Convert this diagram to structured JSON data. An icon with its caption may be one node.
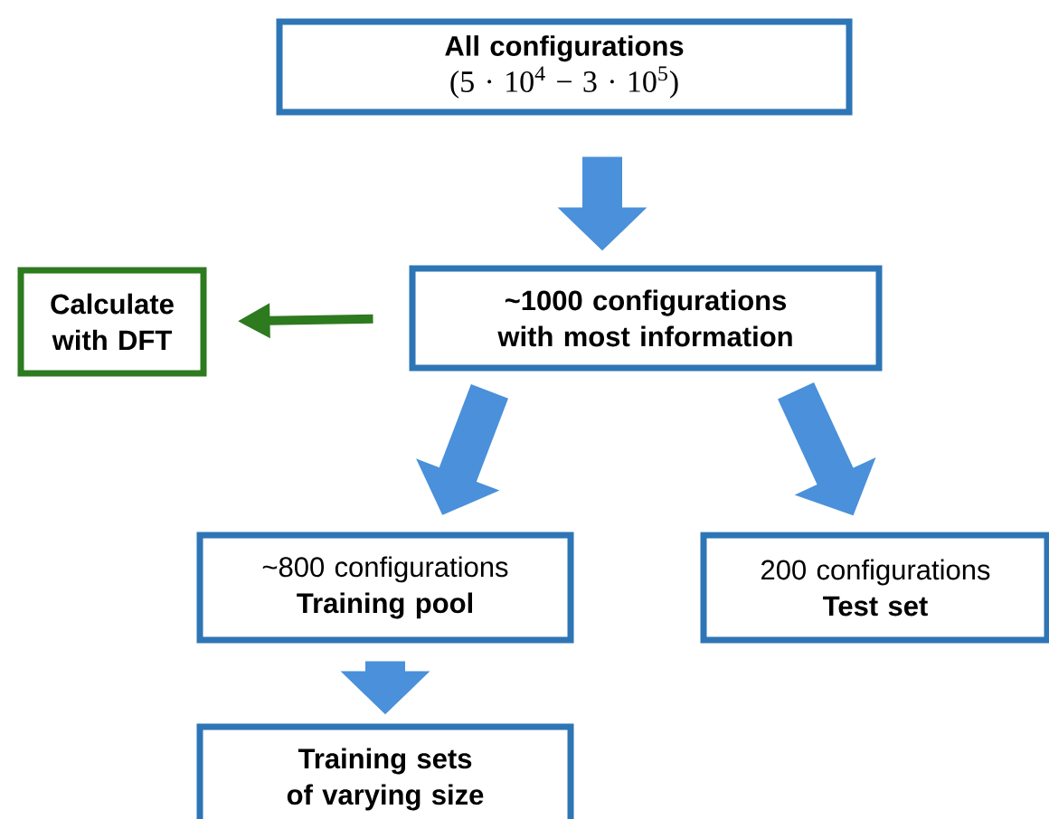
{
  "diagram": {
    "nodes": [
      {
        "text": [
          "All configurations",
          "(5 · 10$^{4}$ − 3 · 10$^{5}$)"
        ]
      },
      {
        "text": [
          "~1000 configurations with most information"
        ]
      },
      {
        "text": [
          "Calculate with DFT"
        ]
      },
      {
        "text": [
          "~800 configurations",
          "Training pool"
        ]
      },
      {
        "text": [
          "200 configurations",
          "Test set"
        ]
      },
      {
        "text": [
          "Training sets of varying size"
        ]
      }
    ],
    "edges": [
      {
        "from": 0,
        "to": 1,
        "arrow": "to"
      },
      {
        "from": 1,
        "to": 2,
        "arrow": "to",
        "color": "#2d7a1f"
      },
      {
        "from": 1,
        "to": 3,
        "arrow": "to"
      },
      {
        "from": 1,
        "to": 4,
        "arrow": "to"
      },
      {
        "from": 3,
        "to": 5,
        "arrow": "to"
      }
    ]
  }
}
